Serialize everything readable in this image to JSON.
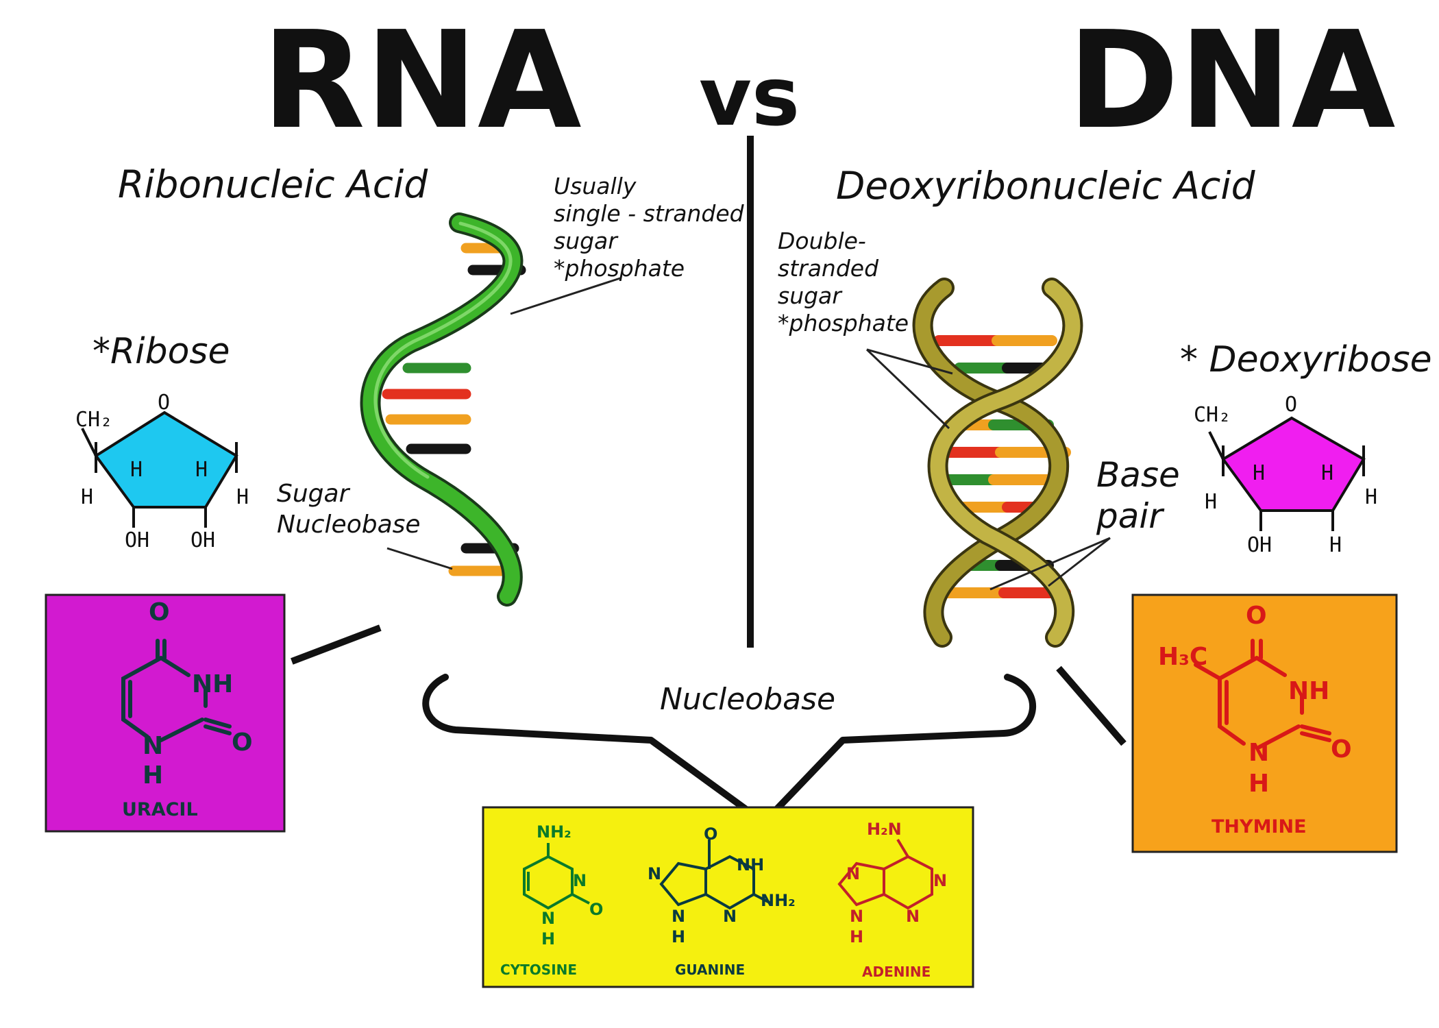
{
  "titles": {
    "rna": "RNA",
    "vs": "vs",
    "dna": "DNA",
    "rna_full": "Ribonucleic Acid",
    "dna_full": "Deoxyribonucleic Acid"
  },
  "rna_side": {
    "strand_note": [
      "Usually",
      "single - stranded",
      "sugar",
      "*phosphate"
    ],
    "base_note": [
      "Sugar",
      "Nucleobase"
    ],
    "sugar_name": "*Ribose",
    "sugar_atoms": {
      "ch2": "CH₂",
      "o": "O",
      "h": "H",
      "oh": "OH"
    },
    "base_box": {
      "name": "URACIL",
      "atoms": {
        "o": "O",
        "nh": "NH",
        "n": "N",
        "h": "H"
      }
    }
  },
  "dna_side": {
    "strand_note": [
      "Double-",
      "stranded",
      "sugar",
      "*phosphate"
    ],
    "base_pair_label": [
      "Base",
      "pair"
    ],
    "sugar_name": "* Deoxyribose",
    "sugar_atoms": {
      "ch2": "CH₂",
      "o": "O",
      "h": "H",
      "oh": "OH"
    },
    "base_box": {
      "name": "THYMINE",
      "atoms": {
        "h3c": "H₃C",
        "o": "O",
        "nh": "NH",
        "n": "N",
        "h": "H"
      }
    }
  },
  "shared": {
    "label": "Nucleobase",
    "bases": [
      {
        "name": "CYTOSINE",
        "atoms": {
          "nh2": "NH₂",
          "n": "N",
          "o": "O",
          "h": "H"
        }
      },
      {
        "name": "GUANINE",
        "atoms": {
          "o": "O",
          "nh": "NH",
          "nh2": "NH₂",
          "n": "N",
          "h": "H"
        }
      },
      {
        "name": "ADENINE",
        "atoms": {
          "h2n": "H₂N",
          "n": "N",
          "h": "H"
        }
      }
    ]
  },
  "colors": {
    "rna_backbone": "#3db52a",
    "dna_backbone": "#a89a2e",
    "ribose_fill": "#1ec8f0",
    "deoxyribose_fill": "#f01ef0",
    "uracil_box": "#d21ad0",
    "thymine_box": "#f7a21b",
    "shared_box": "#f5f00f",
    "uracil_ink": "#0f3a3a",
    "thymine_ink": "#d81818",
    "cytosine_ink": "#0a7a2a",
    "guanine_ink": "#0a3a40",
    "adenine_ink": "#c2202a",
    "base_green": "#2f8f2f",
    "base_red": "#e3311f",
    "base_orange": "#f0a020",
    "base_black": "#151515"
  }
}
